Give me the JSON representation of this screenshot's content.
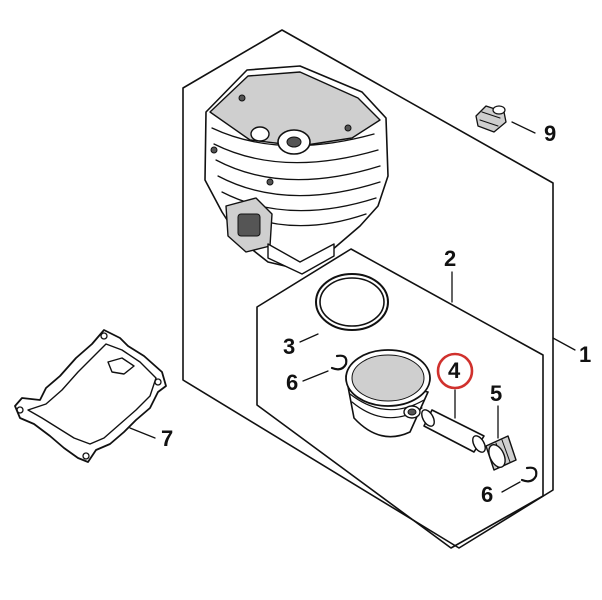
{
  "callouts": {
    "c1": "1",
    "c2": "2",
    "c3": "3",
    "c4": "4",
    "c5": "5",
    "c6a": "6",
    "c6b": "6",
    "c7": "7",
    "c9": "9"
  },
  "highlight": {
    "label": "4",
    "color": "#d0312d"
  },
  "icons": [
    "cylinder-head-icon",
    "piston-ring-icon",
    "circlip-icon",
    "piston-icon",
    "piston-pin-icon",
    "needle-bearing-icon",
    "gasket-icon",
    "spark-plug-icon"
  ]
}
